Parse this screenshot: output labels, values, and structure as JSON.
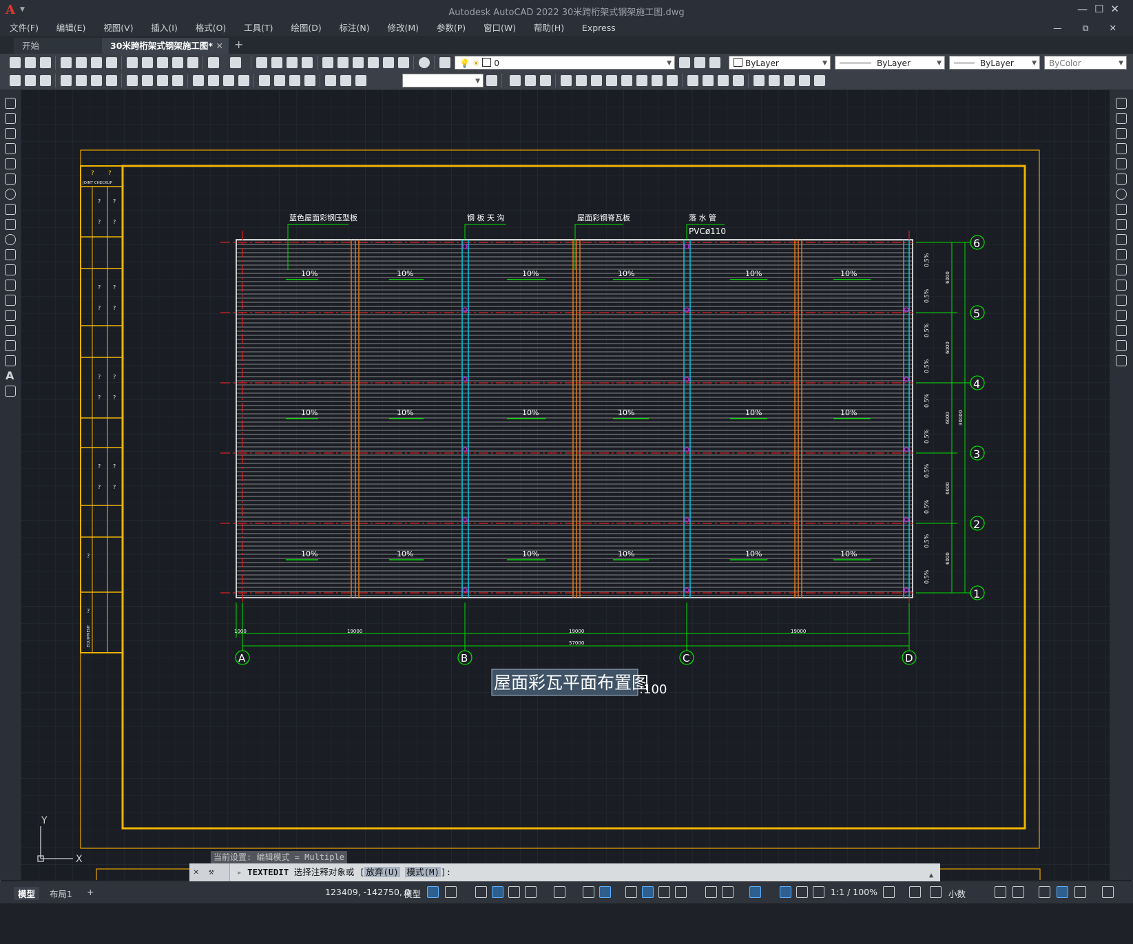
{
  "app": {
    "logo": "A",
    "title": "Autodesk AutoCAD 2022    30米跨桁架式钢架施工图.dwg",
    "window_controls": [
      "—",
      "☐",
      "✕"
    ]
  },
  "menu": {
    "items": [
      "文件(F)",
      "编辑(E)",
      "视图(V)",
      "插入(I)",
      "格式(O)",
      "工具(T)",
      "绘图(D)",
      "标注(N)",
      "修改(M)",
      "参数(P)",
      "窗口(W)",
      "帮助(H)",
      "Express"
    ],
    "doc_controls": [
      "—",
      "⧉",
      "✕"
    ]
  },
  "tabs": {
    "start": "开始",
    "active": "30米跨桁架式钢架施工图*",
    "close": "✕",
    "add": "+"
  },
  "toolbar": {
    "layer_value": "0",
    "color_value": "ByLayer",
    "linetype_value": "ByLayer",
    "lineweight_value": "ByLayer",
    "plotstyle_value": "ByColor",
    "text_style_value": ""
  },
  "drawing": {
    "labels": {
      "blue_panel": "蓝色屋面彩钢压型板",
      "gutter": "钢 板 天 沟",
      "ridge": "屋面彩钢脊瓦板",
      "downpipe": "落 水 管",
      "pvc": "PVCø110"
    },
    "slope": "10%",
    "side_slope": "0.5%",
    "side_dims": [
      "6000",
      "6000",
      "6000",
      "6000",
      "6000"
    ],
    "total_side": "30000",
    "bottom_dims": {
      "start": "1000",
      "bay": "19000",
      "total": "57000"
    },
    "row_axes": [
      "6",
      "5",
      "4",
      "3",
      "2",
      "1"
    ],
    "col_axes": [
      "A",
      "B",
      "C",
      "D"
    ],
    "view_title": "屋面彩瓦平面布置图",
    "scale_suffix": ":100",
    "title_block": {
      "header_marks": [
        "?",
        "?"
      ],
      "header_text": "JOINT CHECKUP",
      "q": "?",
      "equipment": "EQUIPMENT"
    },
    "ucs": {
      "x": "X",
      "y": "Y"
    }
  },
  "command": {
    "history": "当前设置: 编辑模式 = Multiple",
    "prefix": "TEXTEDIT",
    "prompt": "选择注释对象或 [",
    "opt1": "放弃(U)",
    "opt2": "模式(M)",
    "suffix": "]:"
  },
  "layout_tabs": {
    "model": "模型",
    "layout1": "布局1",
    "add": "+"
  },
  "status": {
    "coords": "123409, -142750, 0",
    "space": "模型",
    "annotation_scale": "1:1 / 100%",
    "units": "小数"
  },
  "colors": {
    "frame": "#f0b400",
    "dim": "#00e000",
    "grid_axis": "#e02020",
    "gutter": "#00c8e6",
    "ridge": "#e07818",
    "panel": "#c8c8c8",
    "column": "#d020d0"
  }
}
